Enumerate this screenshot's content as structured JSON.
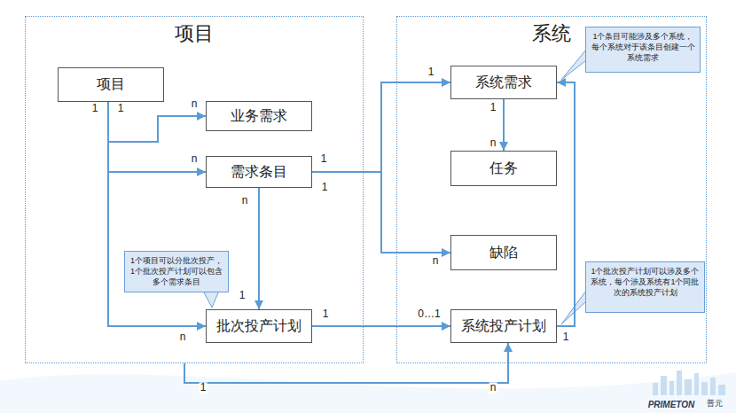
{
  "diagram": {
    "nodes": [
      {
        "text": [
          "项目"
        ]
      },
      {
        "text": [
          "项目"
        ],
        "in": 0
      },
      {
        "text": [
          "业务需求"
        ],
        "in": 0
      },
      {
        "text": [
          "需求条目"
        ],
        "in": 0
      },
      {
        "text": [
          "1个项目可以分批次投产，1个批次投产计划可以包含多个需求条目"
        ],
        "in": 0
      },
      {
        "text": [
          "批次投产计划"
        ],
        "in": 0
      },
      {
        "text": [
          "系统"
        ]
      },
      {
        "text": [
          "1个条目可能涉及多个系统，每个系统对于该条目创建一个系统需求"
        ],
        "in": 6
      },
      {
        "text": [
          "系统需求"
        ],
        "in": 6
      },
      {
        "text": [
          "任务"
        ],
        "in": 6
      },
      {
        "text": [
          "缺陷"
        ],
        "in": 6
      },
      {
        "text": [
          "1个批次投产计划可以涉及多个系统，每个涉及系统有1个同批次的系统投产计划"
        ],
        "in": 6
      },
      {
        "text": [
          "系统投产计划"
        ],
        "in": 6
      }
    ],
    "edges": [
      {
        "from": 1,
        "to": 2,
        "arrow": "to"
      },
      {
        "from": 1,
        "to": 3,
        "arrow": "to"
      },
      {
        "from": 1,
        "to": 5,
        "arrow": "to"
      },
      {
        "from": 3,
        "to": 5,
        "arrow": "to"
      },
      {
        "from": 3,
        "to": 8,
        "arrow": "to"
      },
      {
        "from": 3,
        "to": 10,
        "arrow": "to"
      },
      {
        "from": 8,
        "to": 9,
        "arrow": "to"
      },
      {
        "from": 5,
        "to": 12,
        "arrow": "to"
      },
      {
        "from": 12,
        "to": 8,
        "arrow": "to"
      },
      {
        "from": 0,
        "to": 12,
        "arrow": "to"
      }
    ],
    "labels": [
      "1",
      "1",
      "n",
      "n",
      "1",
      "1",
      "n",
      "1",
      "n",
      "1",
      "1",
      "1",
      "n",
      "n",
      "0…1",
      "1",
      "1",
      "n",
      "PRIMETON",
      "普元"
    ]
  }
}
